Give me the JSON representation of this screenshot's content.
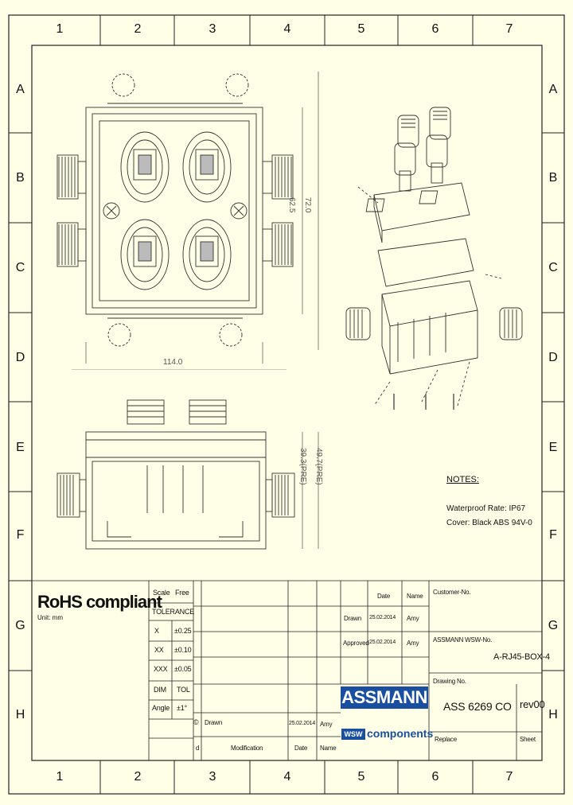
{
  "columns": [
    "1",
    "2",
    "3",
    "4",
    "5",
    "6",
    "7"
  ],
  "rows": [
    "A",
    "B",
    "C",
    "D",
    "E",
    "F",
    "G",
    "H"
  ],
  "dimensions": {
    "height_total": "72.0",
    "height_inner": "62.5",
    "width": "114.0",
    "side_total": "49.7(PRE)",
    "side_inner": "39.3(PRE)"
  },
  "notes": {
    "heading": "NOTES:",
    "line1": "Waterproof Rate: IP67",
    "line2": "Cover: Black  ABS 94V-0"
  },
  "rohs": {
    "title": "RoHS compliant",
    "unit": "Unit: mm"
  },
  "tolerance": {
    "scale_label": "Scale",
    "scale_value": "Free",
    "header": "TOLERANCE",
    "rows": [
      {
        "k": "X",
        "v": "±0.25"
      },
      {
        "k": "XX",
        "v": "±0.10"
      },
      {
        "k": "XXX",
        "v": "±0.05"
      },
      {
        "k": "DIM",
        "v": "TOL"
      },
      {
        "k": "Angle",
        "v": "±1°"
      }
    ]
  },
  "approval": {
    "date_header": "Date",
    "name_header": "Name",
    "drawn_label": "Drawn",
    "drawn_date": "25.02.2014",
    "drawn_name": "Amy",
    "approved_label": "Approved",
    "approved_date": "25.02.2014",
    "approved_name": "Amy"
  },
  "revision": {
    "copyright": "©",
    "drawn_label": "Drawn",
    "drawn_date": "25.02.2014",
    "drawn_name": "Amy",
    "col_d": "d",
    "col_mod": "Modification",
    "col_date": "Date",
    "col_name": "Name"
  },
  "info": {
    "customer_label": "Customer-No.",
    "assmann_label": "ASSMANN WSW-No.",
    "assmann_value": "A-RJ45-BOX-4",
    "drawing_label": "Drawing No.",
    "drawing_value": "ASS 6269 CO",
    "rev_value": "rev00",
    "replace_label": "Replace",
    "sheet_label": "Sheet"
  },
  "logo": {
    "name": "ASSMANN",
    "sub": "components",
    "mark": "WSW",
    "color": "#1a4fa0"
  }
}
